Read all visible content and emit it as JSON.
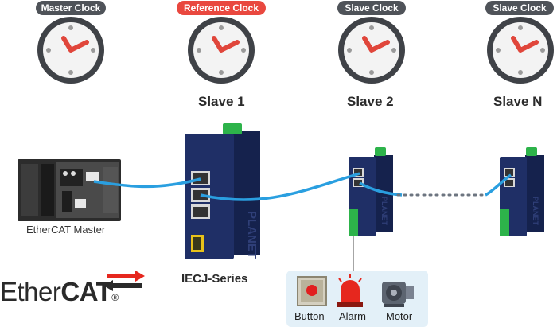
{
  "clocks": [
    {
      "label": "Master Clock",
      "style": "dark"
    },
    {
      "label": "Reference Clock",
      "style": "ref"
    },
    {
      "label": "Slave Clock",
      "style": "dark"
    },
    {
      "label": "Slave Clock",
      "style": "dark"
    }
  ],
  "slaves": [
    "Slave 1",
    "Slave 2",
    "Slave N"
  ],
  "master_caption": "EtherCAT Master",
  "series_caption": "IECJ-Series",
  "brand_on_device": "PLANET",
  "io_devices": [
    "Button",
    "Alarm",
    "Motor"
  ],
  "logo": {
    "text_regular": "Ether",
    "text_bold": "CAT",
    "mark": "®"
  },
  "colors": {
    "badge_dark": "#4f5359",
    "badge_ref": "#e9483f",
    "cable": "#2a9fe0",
    "switch_body": "#1f2f66",
    "connector_green": "#2db34a",
    "clock_hand": "#e0463b"
  }
}
